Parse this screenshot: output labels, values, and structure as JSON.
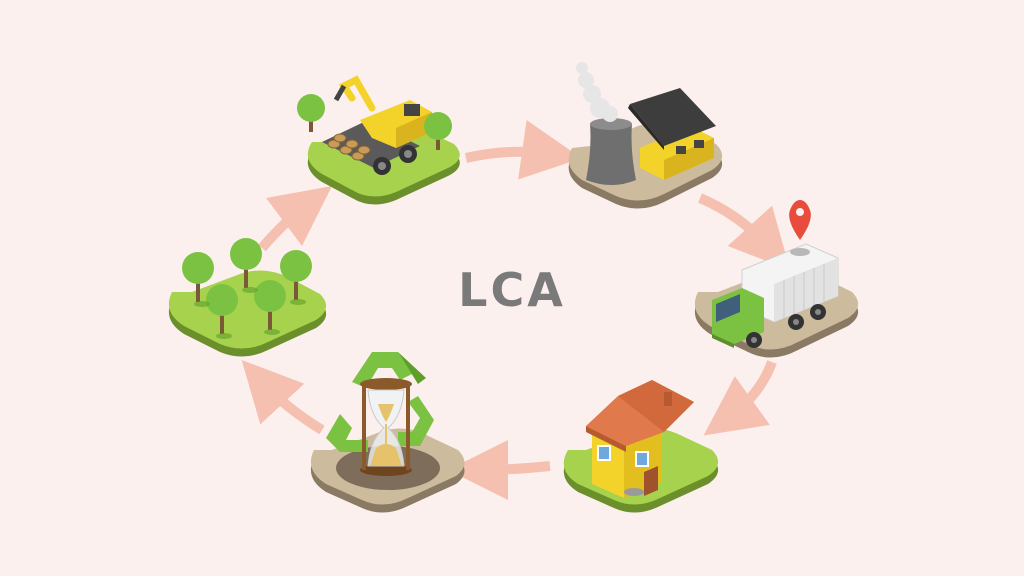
{
  "diagram": {
    "center_label": "LCA",
    "colors": {
      "background": "#fbf0ee",
      "arrow": "#f6c0b0",
      "grass": "#8cc63f",
      "soil": "#c9b79c",
      "title_text": "#7a7a7a"
    },
    "stages": [
      {
        "id": "raw-materials",
        "icon": "forest-icon"
      },
      {
        "id": "extraction",
        "icon": "excavator-truck-icon"
      },
      {
        "id": "manufacturing",
        "icon": "factory-icon"
      },
      {
        "id": "transport",
        "icon": "delivery-truck-icon"
      },
      {
        "id": "use",
        "icon": "house-icon"
      },
      {
        "id": "end-of-life",
        "icon": "recycle-hourglass-icon"
      }
    ],
    "flow": "clockwise"
  }
}
